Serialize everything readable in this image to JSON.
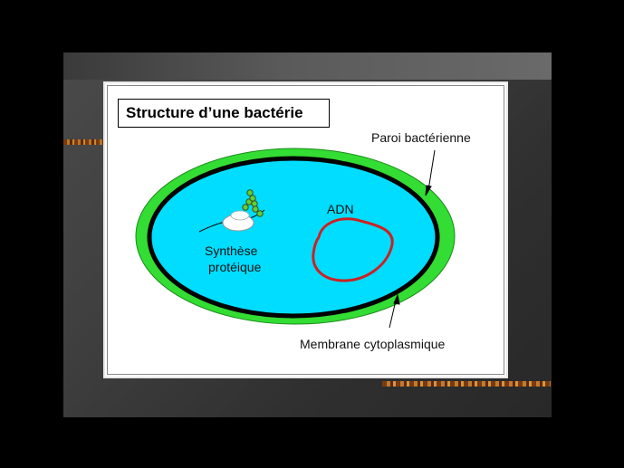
{
  "title": "Structure d’une bactérie",
  "labels": {
    "paroi": "Paroi bactérienne",
    "adn": "ADN",
    "synthese_line1": "Synthèse",
    "synthese_line2": "protéique",
    "membrane": "Membrane cytoplasmique"
  },
  "colors": {
    "background": "#000000",
    "wall": "#33dd33",
    "membrane": "#000000",
    "cytoplasm": "#00ddff",
    "dna": "#cc2222",
    "ribosome": "#ffffff",
    "protein": "#66cc33"
  }
}
